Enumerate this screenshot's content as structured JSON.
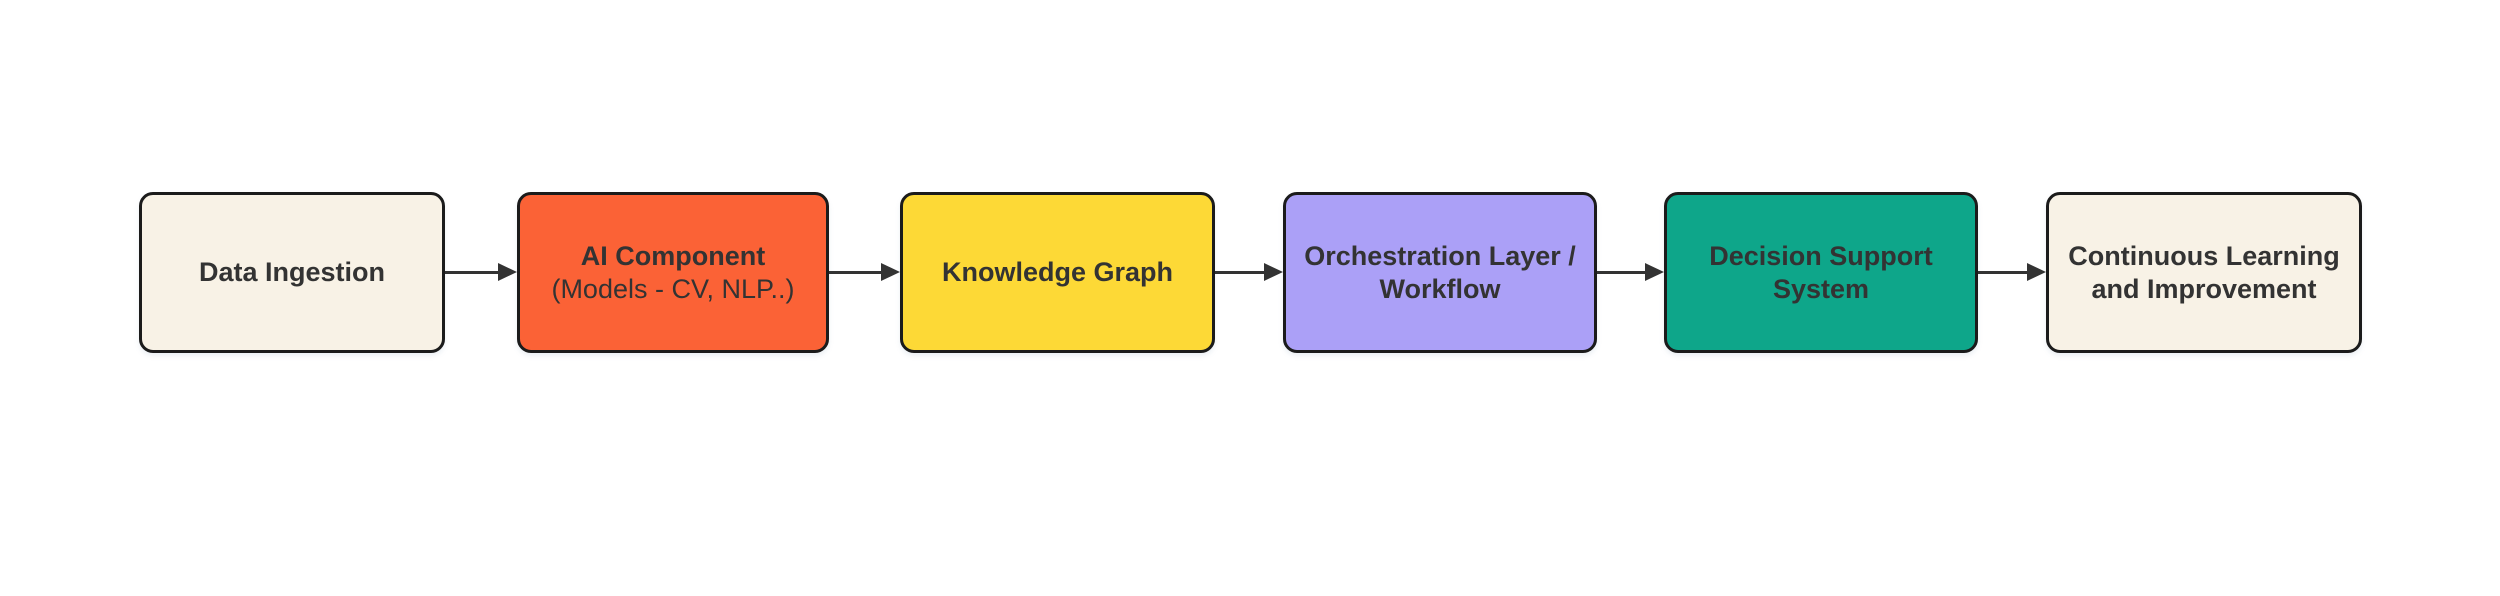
{
  "diagram": {
    "type": "flowchart-left-to-right",
    "background": "#ffffff",
    "border_color": "#1b1b1b",
    "edge_color": "#333333",
    "nodes": [
      {
        "id": "data-ingestion",
        "lines": [
          "Data Ingestion"
        ],
        "fill": "#F8F2E6",
        "text_color": "#333333"
      },
      {
        "id": "ai-component",
        "lines": [
          "AI Component",
          "(Models - CV, NLP..)"
        ],
        "fill": "#FB6236",
        "text_color": "#333333"
      },
      {
        "id": "knowledge-graph",
        "lines": [
          "Knowledge Graph"
        ],
        "fill": "#FDD936",
        "text_color": "#333333"
      },
      {
        "id": "orchestration-layer",
        "lines": [
          "Orchestration Layer /",
          "Workflow"
        ],
        "fill": "#ABA0F7",
        "text_color": "#333333"
      },
      {
        "id": "decision-support",
        "lines": [
          "Decision Support",
          "System"
        ],
        "fill": "#0EA68A",
        "text_color": "#333333"
      },
      {
        "id": "continuous-learning",
        "lines": [
          "Continuous Learning",
          "and Improvement"
        ],
        "fill": "#F8F2E6",
        "text_color": "#333333"
      }
    ],
    "edges": [
      {
        "from": "data-ingestion",
        "to": "ai-component"
      },
      {
        "from": "ai-component",
        "to": "knowledge-graph"
      },
      {
        "from": "knowledge-graph",
        "to": "orchestration-layer"
      },
      {
        "from": "orchestration-layer",
        "to": "decision-support"
      },
      {
        "from": "decision-support",
        "to": "continuous-learning"
      }
    ]
  }
}
